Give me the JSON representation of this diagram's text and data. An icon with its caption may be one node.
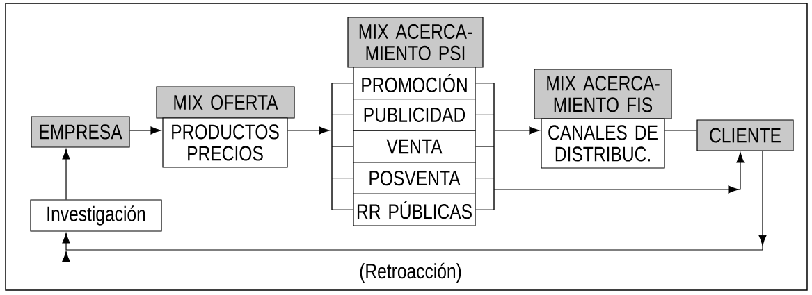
{
  "diagram": {
    "nodes": [
      {
        "text": [
          "EMPRESA"
        ]
      },
      {
        "text": [
          "MIX OFERTA",
          "PRODUCTOS PRECIOS"
        ]
      },
      {
        "text": [
          "MIX ACERCA- MIENTO PSI"
        ]
      },
      {
        "text": [
          "PROMOCIÓN"
        ]
      },
      {
        "text": [
          "PUBLICIDAD"
        ]
      },
      {
        "text": [
          "VENTA"
        ]
      },
      {
        "text": [
          "POSVENTA"
        ]
      },
      {
        "text": [
          "RR PÚBLICAS"
        ]
      },
      {
        "text": [
          "MIX ACERCA- MIENTO FIS",
          "CANALES DE DISTRIBUC."
        ]
      },
      {
        "text": [
          "CLIENTE"
        ]
      },
      {
        "text": [
          "Investigación"
        ]
      },
      {
        "text": [],
        "shape": "bar"
      },
      {
        "text": [],
        "shape": "bar"
      }
    ],
    "edges": [
      {
        "from": 0,
        "to": 1,
        "arrow": "to"
      },
      {
        "from": 1,
        "to": 11,
        "arrow": "to"
      },
      {
        "from": 11,
        "to": 3,
        "arrow": "none"
      },
      {
        "from": 11,
        "to": 4,
        "arrow": "none"
      },
      {
        "from": 11,
        "to": 5,
        "arrow": "none"
      },
      {
        "from": 11,
        "to": 6,
        "arrow": "none"
      },
      {
        "from": 11,
        "to": 7,
        "arrow": "none"
      },
      {
        "from": 3,
        "to": 12,
        "arrow": "none"
      },
      {
        "from": 4,
        "to": 12,
        "arrow": "none"
      },
      {
        "from": 5,
        "to": 12,
        "arrow": "none"
      },
      {
        "from": 6,
        "to": 12,
        "arrow": "none"
      },
      {
        "from": 7,
        "to": 12,
        "arrow": "none"
      },
      {
        "from": 12,
        "to": 8,
        "arrow": "to"
      },
      {
        "from": 12,
        "to": 9,
        "arrow": "to"
      },
      {
        "from": 8,
        "to": 9,
        "arrow": "none"
      },
      {
        "from": 9,
        "to": 10,
        "arrow": "to",
        "label": "(Retroacción)"
      },
      {
        "from": 10,
        "to": 0,
        "arrow": "to"
      }
    ]
  }
}
